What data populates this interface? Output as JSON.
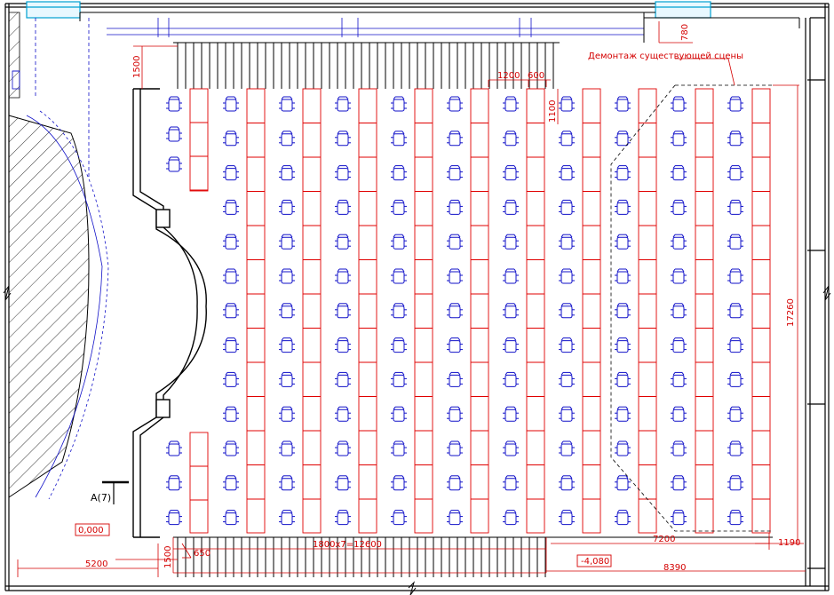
{
  "drawing": {
    "note_demolition": "Демонтаж существующей сцены",
    "section_marker": "A(7)",
    "level_zero": "0,000",
    "level_pit": "-4,080",
    "colors": {
      "seat": "#1010c8",
      "row": "#e00000",
      "wall": "#000000",
      "window": "#00a0d0",
      "dim": "#d40000"
    }
  },
  "dimensions": {
    "d1500_top": "1500",
    "d780": "780",
    "d1200": "1200",
    "d600": "600",
    "d1100": "1100",
    "d17260": "17260",
    "d7200": "7200",
    "d1190": "1190",
    "d_row_span": "1800x7=12600",
    "d650": "650",
    "d1500_bottom": "1500",
    "d5200": "5200",
    "d8390": "8390"
  }
}
